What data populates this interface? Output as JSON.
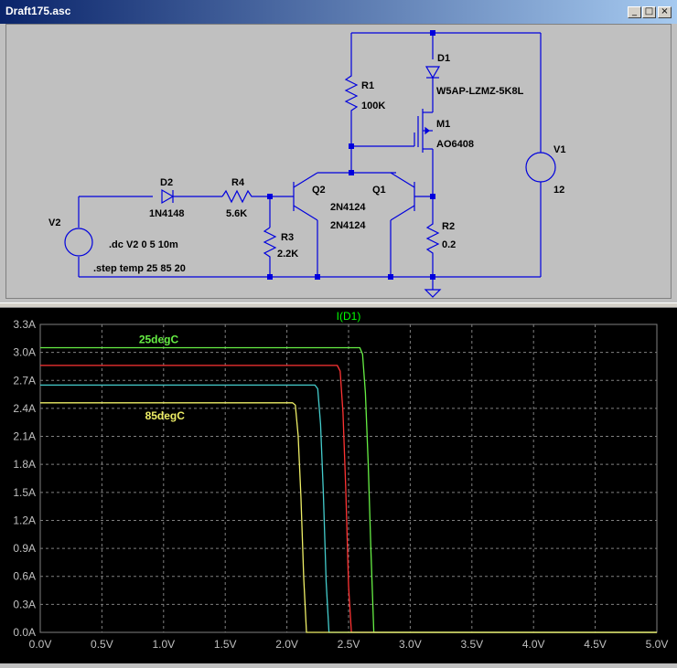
{
  "window": {
    "title": "Draft175.asc",
    "minimize_label": "_",
    "maximize_label": "□",
    "close_label": "×"
  },
  "schematic": {
    "components": [
      {
        "ref": "D1",
        "value": "W5AP-LZMZ-5K8L"
      },
      {
        "ref": "R1",
        "value": "100K"
      },
      {
        "ref": "M1",
        "value": "AO6408"
      },
      {
        "ref": "V1",
        "value": "12"
      },
      {
        "ref": "D2",
        "value": "1N4148"
      },
      {
        "ref": "R4",
        "value": "5.6K"
      },
      {
        "ref": "Q2",
        "value": "2N4124"
      },
      {
        "ref": "Q1",
        "value": "2N4124"
      },
      {
        "ref": "V2",
        "value": ""
      },
      {
        "ref": "R3",
        "value": "2.2K"
      },
      {
        "ref": "R2",
        "value": "0.2"
      }
    ],
    "directives": [
      ".dc V2 0 5 10m",
      ".step temp 25 85 20"
    ]
  },
  "plot": {
    "trace_title": "I(D1)",
    "colors": {
      "background": "#000000",
      "grid": "#808080",
      "axis_text": "#c0c0c0",
      "title": "#00ff00"
    },
    "labels": [
      {
        "text": "25degC",
        "color": "#66ee44"
      },
      {
        "text": "85degC",
        "color": "#eeee66"
      }
    ]
  },
  "chart_data": {
    "type": "line",
    "title": "I(D1)",
    "xlabel": "",
    "ylabel": "",
    "xlim": [
      0,
      5
    ],
    "ylim": [
      0,
      3.3
    ],
    "x_ticks": [
      "0.0V",
      "0.5V",
      "1.0V",
      "1.5V",
      "2.0V",
      "2.5V",
      "3.0V",
      "3.5V",
      "4.0V",
      "4.5V",
      "5.0V"
    ],
    "y_ticks": [
      "0.0A",
      "0.3A",
      "0.6A",
      "0.9A",
      "1.2A",
      "1.5A",
      "1.8A",
      "2.1A",
      "2.4A",
      "2.7A",
      "3.0A",
      "3.3A"
    ],
    "grid": true,
    "series": [
      {
        "name": "25degC",
        "color": "#66ee44",
        "plateau": 3.05,
        "cutoff": 2.7,
        "knee": 2.6
      },
      {
        "color": "#ff3333",
        "plateau": 2.86,
        "cutoff": 2.51,
        "knee": 2.42
      },
      {
        "color": "#44cccc",
        "plateau": 2.65,
        "cutoff": 2.33,
        "knee": 2.24
      },
      {
        "name": "85degC",
        "color": "#eeee66",
        "plateau": 2.46,
        "cutoff": 2.15,
        "knee": 2.06
      }
    ]
  }
}
